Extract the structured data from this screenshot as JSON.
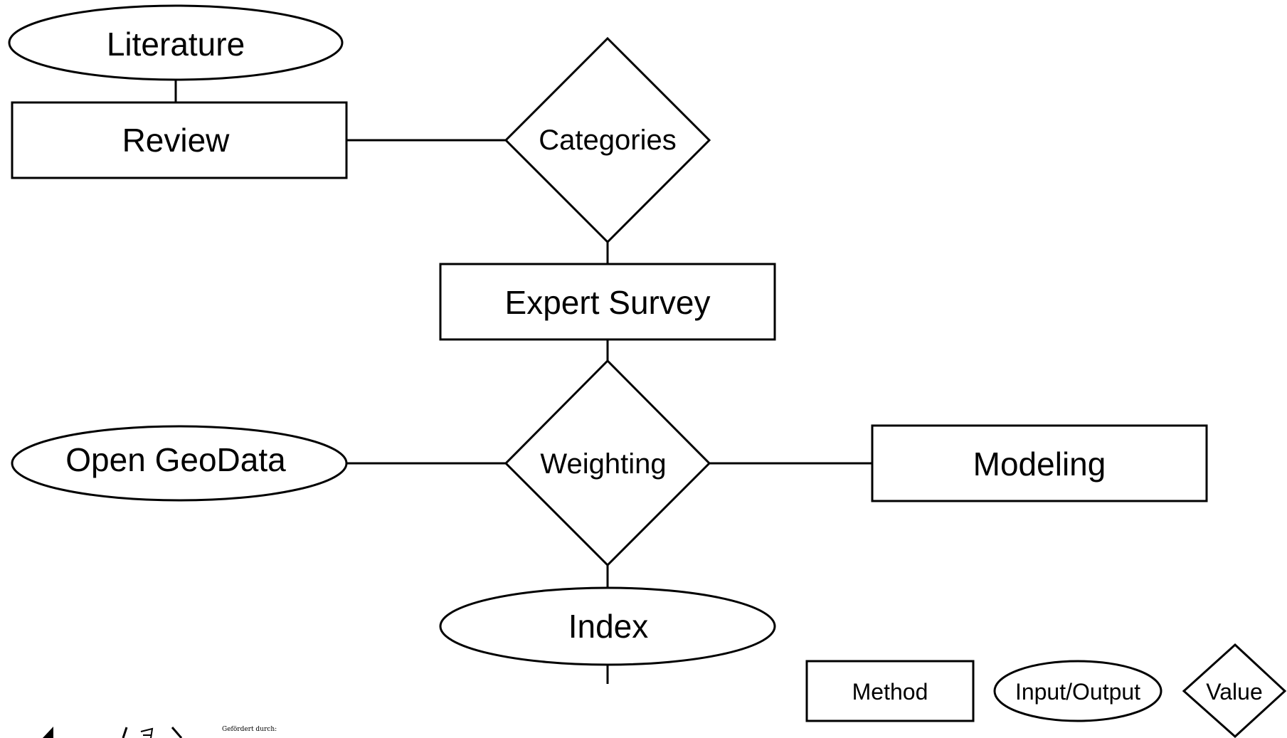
{
  "nodes": {
    "literature": "Literature",
    "review": "Review",
    "categories": "Categories",
    "expert_survey": "Expert Survey",
    "open_geodata": "Open GeoData",
    "weighting": "Weighting",
    "modeling": "Modeling",
    "index": "Index"
  },
  "legend": {
    "method": "Method",
    "input_output": "Input/Output",
    "value": "Value"
  },
  "footer": {
    "funding_text": "Gefördert durch:"
  },
  "colors": {
    "stroke": "#000000",
    "background": "#ffffff"
  }
}
